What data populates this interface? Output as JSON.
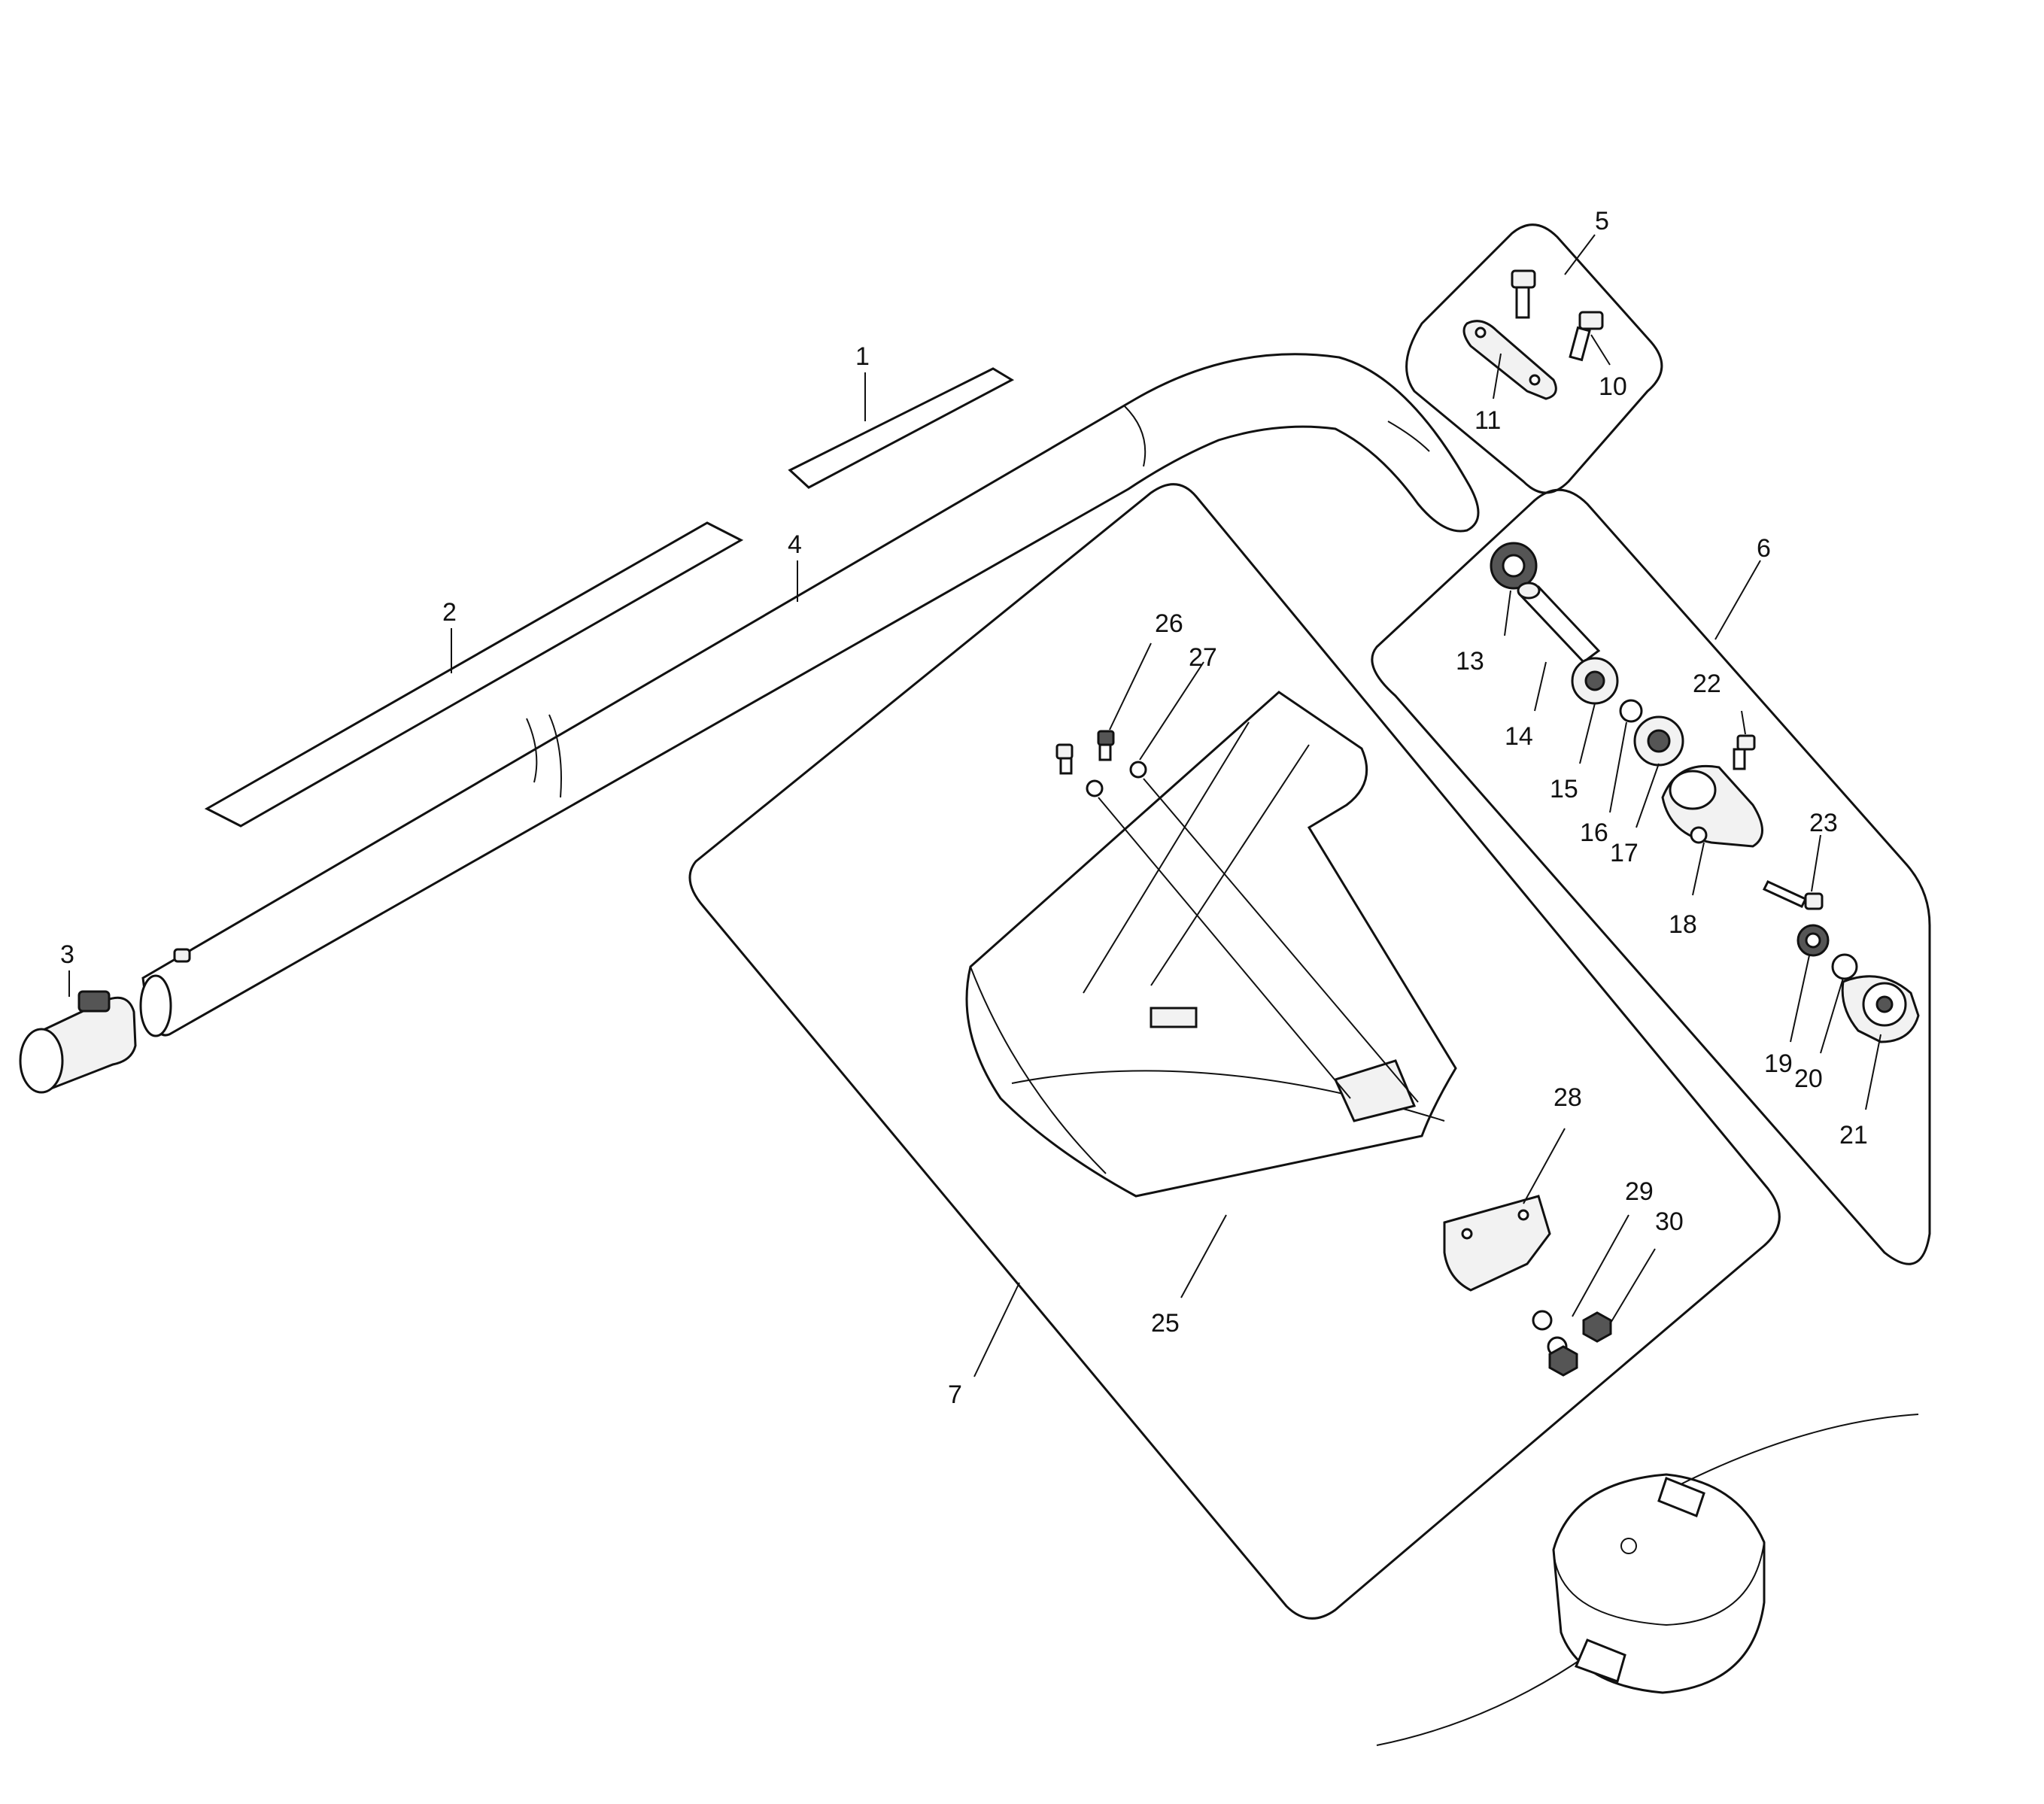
{
  "callouts": {
    "c1": "1",
    "c2": "2",
    "c3": "3",
    "c4": "4",
    "c5": "5",
    "c6": "6",
    "c7": "7",
    "c10": "10",
    "c11": "11",
    "c13": "13",
    "c14": "14",
    "c15": "15",
    "c16": "16",
    "c17": "17",
    "c18": "18",
    "c19": "19",
    "c20": "20",
    "c21": "21",
    "c22": "22",
    "c23": "23",
    "c25": "25",
    "c26": "26",
    "c27": "27",
    "c28": "28",
    "c29": "29",
    "c30": "30"
  },
  "colors": {
    "line": "#111111",
    "fill": "#f2f2f2",
    "background": "#ffffff"
  }
}
